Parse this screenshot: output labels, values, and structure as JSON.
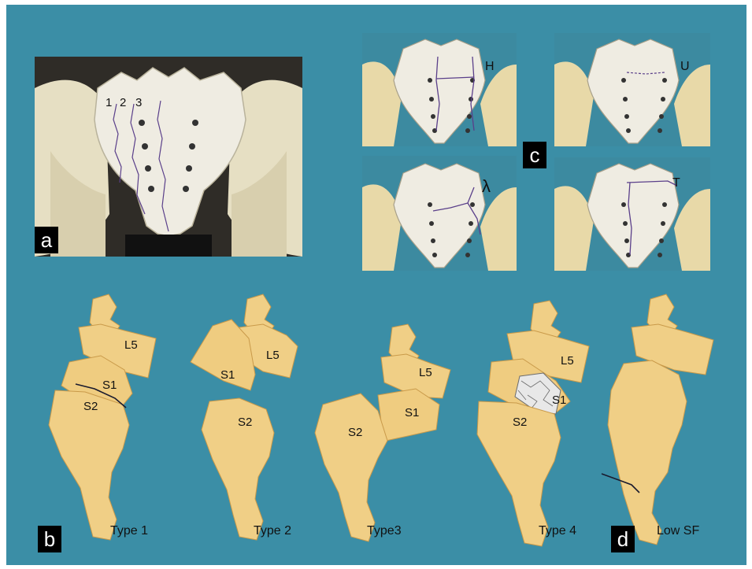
{
  "panel_a": {
    "label": "a",
    "zone_numbers": [
      "1",
      "2",
      "3"
    ]
  },
  "panel_c": {
    "label": "c",
    "patterns": [
      "H",
      "U",
      "λ",
      "T"
    ]
  },
  "panel_b": {
    "label": "b",
    "models": [
      {
        "type_label": "Type 1",
        "parts": [
          "L5",
          "S1",
          "S2"
        ]
      },
      {
        "type_label": "Type 2",
        "parts": [
          "S1",
          "L5",
          "S2"
        ]
      },
      {
        "type_label": "Type3",
        "parts": [
          "L5",
          "S1",
          "S2"
        ]
      },
      {
        "type_label": "Type 4",
        "parts": [
          "L5",
          "S1",
          "S2"
        ]
      }
    ]
  },
  "panel_d": {
    "label": "d",
    "type_label": "Low SF"
  },
  "colors": {
    "background": "#3b8ea6",
    "bone_model": "#f0cf86",
    "bone_model_shadow": "#c99a4a",
    "sacrum_photo": "#efece2",
    "fracture_line": "#5a3f8a"
  }
}
